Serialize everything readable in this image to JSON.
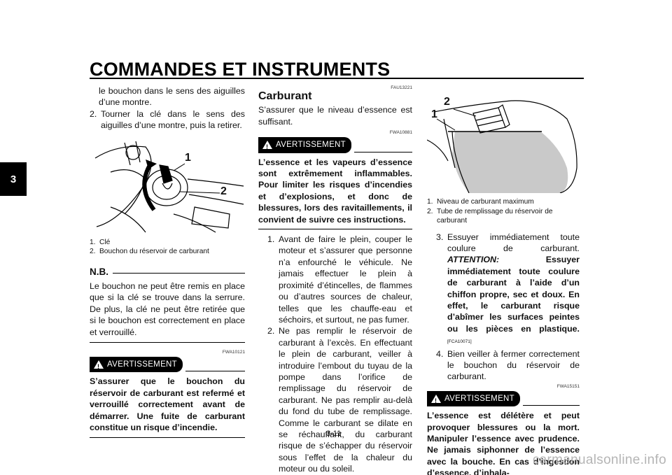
{
  "header": {
    "title": "COMMANDES ET INSTRUMENTS",
    "chapter": "3"
  },
  "col1": {
    "intro_cont": "le bouchon dans le sens des aiguilles d’une montre.",
    "step2_num": "2.",
    "step2": "Tourner la clé dans le sens des aiguilles d’une montre, puis la retirer.",
    "fig_labels": [
      "1",
      "2"
    ],
    "captions": [
      {
        "n": "1.",
        "t": "Clé"
      },
      {
        "n": "2.",
        "t": "Bouchon du réservoir de carburant"
      }
    ],
    "nb_title": "N.B.",
    "nb_text": "Le bouchon ne peut être remis en place que si la clé se trouve dans la serrure. De plus, la clé ne peut être retirée que si le bouchon est correctement en place et verrouillé.",
    "warn_code": "FWA10121",
    "warn_label": "AVERTISSEMENT",
    "warn_text": "S’assurer que le bouchon du réservoir de carburant est refermé et verrouillé correctement avant de démarrer. Une fuite de carburant constitue un risque d’incendie."
  },
  "col2": {
    "code": "FAU13221",
    "title": "Carburant",
    "intro": "S’assurer que le niveau d’essence est suffisant.",
    "warn_code": "FWA10881",
    "warn_label": "AVERTISSEMENT",
    "warn_text": "L’essence et les vapeurs d’essence sont extrêmement inflammables. Pour limiter les risques d’incendies et d’explosions, et donc de blessures, lors des ravitaillements, il convient de suivre ces instructions.",
    "step1_num": "1.",
    "step1": "Avant de faire le plein, couper le moteur et s’assurer que personne n’a enfourché le véhicule. Ne jamais effectuer le plein à proximité d’étincelles, de flammes ou d’autres sources de chaleur, telles que les chauffe-eau et séchoirs, et surtout, ne pas fumer.",
    "step2_num": "2.",
    "step2": "Ne pas remplir le réservoir de carburant à l’excès. En effectuant le plein de carburant, veiller à introduire l’embout du tuyau de la pompe dans l’orifice de remplissage du réservoir de carburant. Ne pas remplir au-delà du fond du tube de remplissage. Comme le carburant se dilate en se réchauffant, du carburant risque de s’échapper du réservoir sous l’effet de la chaleur du moteur ou du soleil."
  },
  "col3": {
    "fig_labels": [
      "1",
      "2"
    ],
    "captions": [
      {
        "n": "1.",
        "t": "Niveau de carburant maximum"
      },
      {
        "n": "2.",
        "t": "Tube de remplissage du réservoir de carburant"
      }
    ],
    "step3_num": "3.",
    "step3_a": "Essuyer immédiatement toute coulure de carburant.",
    "step3_att": "ATTENTION:",
    "step3_b": "Essuyer immédiatement toute coulure de carburant à l’aide d’un chiffon propre, sec et doux. En effet, le carburant risque d’abîmer les surfaces peintes ou les pièces en plastique.",
    "step3_code": "[FCA10071]",
    "step4_num": "4.",
    "step4": "Bien veiller à fermer correctement le bouchon du réservoir de carburant.",
    "warn_code": "FWA15151",
    "warn_label": "AVERTISSEMENT",
    "warn_text": "L’essence est délétère et peut provoquer blessures ou la mort. Manipuler l’essence avec prudence. Ne jamais siphonner de l’essence avec la bouche. En cas d’ingestion d’essence, d’inhala-"
  },
  "footer": {
    "page": "3-11",
    "watermark": "carmanualsonline.info"
  }
}
